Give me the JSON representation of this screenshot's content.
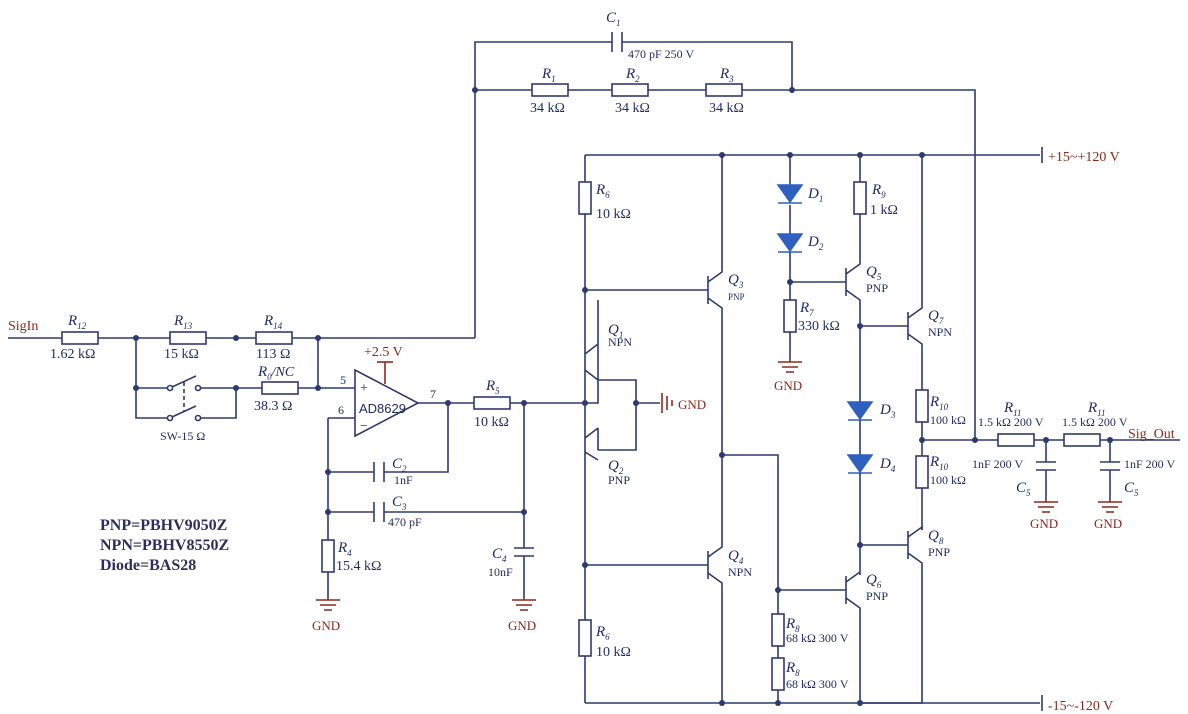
{
  "labels": {
    "c1": "C",
    "c1_sub": "1",
    "c1_val": "470 pF 250 V",
    "r1": "R",
    "r1_sub": "1",
    "r1_val": "34 kΩ",
    "r2": "R",
    "r2_sub": "2",
    "r2_val": "34 kΩ",
    "r3": "R",
    "r3_sub": "3",
    "r3_val": "34 kΩ",
    "vpos": "+15~+120 V",
    "vneg": "-15~-120 V",
    "sigin": "SigIn",
    "sigout": "Sig_Out",
    "r12": "R",
    "r12_sub": "12",
    "r12_val": "1.62 kΩ",
    "r13": "R",
    "r13_sub": "13",
    "r13_val": "15 kΩ",
    "r14": "R",
    "r14_sub": "14",
    "r14_val": "113 Ω",
    "r0": "R",
    "r0_sub": "0",
    "r0_nc": "/NC",
    "r0_val": "38.3 Ω",
    "sw": "SW-15 Ω",
    "supply25": "+2.5 V",
    "opamp": "AD8629",
    "pin5": "5",
    "pin6": "6",
    "pin7": "7",
    "plus": "+",
    "minus": "−",
    "c2": "C",
    "c2_sub": "2",
    "c2_val": "1nF",
    "c3": "C",
    "c3_sub": "3",
    "c3_val": "470 pF",
    "r4": "R",
    "r4_sub": "4",
    "r4_val": "15.4 kΩ",
    "r5": "R",
    "r5_sub": "5",
    "r5_val": "10 kΩ",
    "c4": "C",
    "c4_sub": "4",
    "c4_val": "10nF",
    "r6a": "R",
    "r6a_sub": "6",
    "r6a_val": "10 kΩ",
    "r6b": "R",
    "r6b_sub": "6",
    "r6b_val": "10 kΩ",
    "q1": "Q",
    "q1_sub": "1",
    "q1_type": "NPN",
    "q2": "Q",
    "q2_sub": "2",
    "q2_type": "PNP",
    "q3": "Q",
    "q3_sub": "3",
    "q3_type": "PNP",
    "q4": "Q",
    "q4_sub": "4",
    "q4_type": "NPN",
    "q5": "Q",
    "q5_sub": "5",
    "q5_type": "PNP",
    "q6": "Q",
    "q6_sub": "6",
    "q6_type": "PNP",
    "q7": "Q",
    "q7_sub": "7",
    "q7_type": "NPN",
    "q8": "Q",
    "q8_sub": "8",
    "q8_type": "PNP",
    "d1": "D",
    "d1_sub": "1",
    "d2": "D",
    "d2_sub": "2",
    "d3": "D",
    "d3_sub": "3",
    "d4": "D",
    "d4_sub": "4",
    "r7": "R",
    "r7_sub": "7",
    "r7_val": "330 kΩ",
    "r8a": "R",
    "r8a_sub": "8",
    "r8a_val": "68 kΩ 300 V",
    "r8b": "R",
    "r8b_sub": "8",
    "r8b_val": "68 kΩ 300 V",
    "r9": "R",
    "r9_sub": "9",
    "r9_val": "1 kΩ",
    "r10a": "R",
    "r10a_sub": "10",
    "r10a_val": "100 kΩ",
    "r10b": "R",
    "r10b_sub": "10",
    "r10b_val": "100 kΩ",
    "r11a": "R",
    "r11a_sub": "11",
    "r11a_val": "1.5 kΩ 200 V",
    "r11b": "R",
    "r11b_sub": "11",
    "r11b_val": "1.5 kΩ 200 V",
    "c5a": "C",
    "c5a_sub": "5",
    "c5a_val": "1nF 200 V",
    "c5b": "C",
    "c5b_sub": "5",
    "c5b_val": "1nF 200 V",
    "gnd": "GND",
    "bom_pnp": "PNP=PBHV9050Z",
    "bom_npn": "NPN=PBHV8550Z",
    "bom_diode": "Diode=BAS28"
  },
  "colors": {
    "wire": "#2e3a6e",
    "diode": "#2f5fbf",
    "supply_text": "#8a2a1a"
  }
}
